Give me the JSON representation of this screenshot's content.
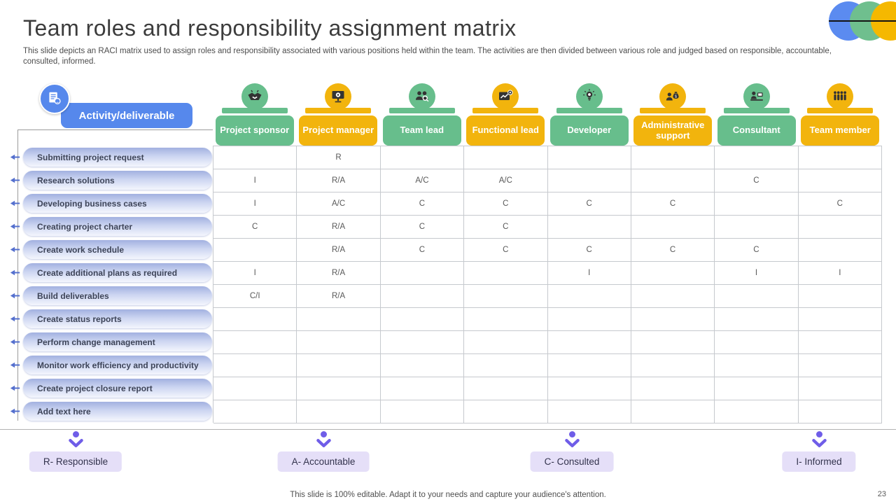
{
  "slide": {
    "title": "Team roles and responsibility assignment matrix",
    "subtitle": "This slide depicts an RACI matrix used to assign roles and responsibility associated with various positions held within the team. The activities are then divided between various role and judged based on responsible, accountable, consulted, informed.",
    "footer": "This slide is 100% editable. Adapt it to your needs and capture your audience's attention.",
    "page_number": "23"
  },
  "colors": {
    "green": "#67BE8C",
    "yellow": "#F2B40D",
    "blue": "#5688EC",
    "purple": "#6F5DE8",
    "lavender": "#E5DFF8",
    "deco_blue": "#5B8BF0",
    "deco_green": "#6FBF8E",
    "deco_yellow": "#F5B800"
  },
  "matrix": {
    "corner_label": "Activity/deliverable",
    "columns": [
      {
        "label": "Project sponsor",
        "color": "green",
        "icon": "handshake-icon"
      },
      {
        "label": "Project manager",
        "color": "yellow",
        "icon": "presentation-gear-icon"
      },
      {
        "label": "Team lead",
        "color": "green",
        "icon": "team-search-icon"
      },
      {
        "label": "Functional lead",
        "color": "yellow",
        "icon": "chart-gear-icon"
      },
      {
        "label": "Developer",
        "color": "green",
        "icon": "idea-person-icon"
      },
      {
        "label": "Administrative support",
        "color": "yellow",
        "icon": "admin-finance-icon"
      },
      {
        "label": "Consultant",
        "color": "green",
        "icon": "consultant-desk-icon"
      },
      {
        "label": "Team member",
        "color": "yellow",
        "icon": "team-group-icon"
      }
    ],
    "rows": [
      {
        "label": "Submitting project request",
        "values": [
          "",
          "R",
          "",
          "",
          "",
          "",
          "",
          ""
        ]
      },
      {
        "label": "Research solutions",
        "values": [
          "I",
          "R/A",
          "A/C",
          "A/C",
          "",
          "",
          "C",
          ""
        ]
      },
      {
        "label": "Developing business cases",
        "values": [
          "I",
          "A/C",
          "C",
          "C",
          "C",
          "C",
          "",
          "C"
        ]
      },
      {
        "label": "Creating project charter",
        "values": [
          "C",
          "R/A",
          "C",
          "C",
          "",
          "",
          "",
          ""
        ]
      },
      {
        "label": "Create work schedule",
        "values": [
          "",
          "R/A",
          "C",
          "C",
          "C",
          "C",
          "C",
          ""
        ]
      },
      {
        "label": "Create additional plans as required",
        "values": [
          "I",
          "R/A",
          "",
          "",
          "I",
          "",
          "I",
          "I"
        ]
      },
      {
        "label": "Build deliverables",
        "values": [
          "C/I",
          "R/A",
          "",
          "",
          "",
          "",
          "",
          ""
        ]
      },
      {
        "label": "Create status reports",
        "values": [
          "",
          "",
          "",
          "",
          "",
          "",
          "",
          ""
        ]
      },
      {
        "label": "Perform change management",
        "values": [
          "",
          "",
          "",
          "",
          "",
          "",
          "",
          ""
        ]
      },
      {
        "label": "Monitor work efficiency and productivity",
        "values": [
          "",
          "",
          "",
          "",
          "",
          "",
          "",
          ""
        ]
      },
      {
        "label": "Create project closure report",
        "values": [
          "",
          "",
          "",
          "",
          "",
          "",
          "",
          ""
        ]
      },
      {
        "label": "Add text here",
        "values": [
          "",
          "",
          "",
          "",
          "",
          "",
          "",
          ""
        ]
      }
    ]
  },
  "legend": [
    {
      "label": "R- Responsible"
    },
    {
      "label": "A- Accountable"
    },
    {
      "label": "C- Consulted"
    },
    {
      "label": "I- Informed"
    }
  ]
}
